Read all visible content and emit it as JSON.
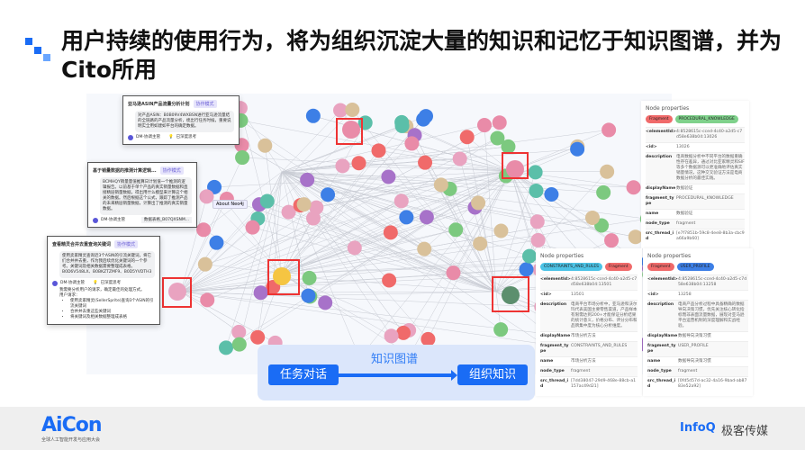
{
  "title": "用户持续的使用行为，将为组织沉淀大量的知识和记忆于知识图谱，并为Cito所用",
  "colors": {
    "accent": "#1a6cf5",
    "highlight": "#e33333"
  },
  "cards": [
    {
      "title": "亚马逊ASIN产品流量分析计划",
      "mode": "协作模式",
      "message": "对产品ASIN：B0B09V4WXBSN进行亚马逊流量结的全链路的产品流量分析，梳出行任务时候，重要说明实全用如建如平台的确定数据。",
      "agent": "DM-协调主管",
      "thinking": "已深度思考"
    },
    {
      "title": "基于销量数据的推测计算逻辑...",
      "mode": "协作模式",
      "message": "BCMHQY销量量值推算日计划值一个推测的逻辑报告。以前基于单个产品的真实销量数据和直接精层销量数据，得出用什么模型来计算这个相关的数据。然后根据这个公式，跟踪了推测产品的未来精层销量数据，计算出了推测的真实销量数据。",
      "file": "数据表格_B07QXSNM...",
      "agent": "DM-协调主管"
    },
    {
      "title": "查看精灵合并去重查询关键词",
      "mode": "协作模式",
      "message": "使用卖家精灵查询近3个ASIN的引流关键词，将它们合并并去重，作为我后续优化关键词的一个参考。关键词及相关数据需要整理成表格。B0D6V548LX、B0BKZTZMF9、B0D5YVDTH3",
      "agent": "DM-协调主管",
      "thinking": "已深度思考",
      "analysis": "我需要分析用户的请求，确定最佳的处理方式。",
      "req_label": "用户请求：",
      "reqs": [
        "使用卖家精灵(SellerSprite)查询3个ASIN的引流关键词",
        "合并并去重这些关键词",
        "将关键词及相关数据整理成表格"
      ]
    }
  ],
  "graph_hint": "About Neo4j",
  "panels": [
    {
      "header": "Node properties",
      "tags": [
        {
          "label": "Fragment",
          "color": "#f06a6a"
        },
        {
          "label": "PROCEDURAL_KNOWLEDGE",
          "color": "#7fd18b"
        }
      ],
      "rows": [
        [
          "<elementId>",
          "4:8528615c-cced-4c40-a2d5-c7d58e638b04:13026"
        ],
        [
          "<id>",
          "13026"
        ],
        [
          "description",
          "电商数据分析中不同平台的数据重确性存在差异，通过对比亚家精灵和SIF等多个数据源可以更准确地评估真实销量情况，这种交叉验证方法是电商数据分析的最佳实践。"
        ],
        [
          "displayName",
          "数据验证"
        ],
        [
          "fragment_type",
          "PROCEDURAL_KNOWLEDGE"
        ],
        [
          "name",
          "数据验证"
        ],
        [
          "node_type",
          "fragment"
        ],
        [
          "src_thread_id",
          "[e7f7851b-59c8-4ee8-8b3a-cbc9a66a9b60]"
        ]
      ]
    },
    {
      "header": "Node properties",
      "tags": [
        {
          "label": "CONSTRAINTS_AND_RULES",
          "color": "#4cc3e6"
        },
        {
          "label": "Fragment",
          "color": "#f06a6a"
        }
      ],
      "rows": [
        [
          "<elementId>",
          "4:8528615c-cced-4c40-a2d5-c7d58e638b04:13501"
        ],
        [
          "<id>",
          "13501"
        ],
        [
          "description",
          "电商平台市场分析中，亚马逊和沃尔玛代表美国主要零售渠道，产品样本有限需达到200+才能保证分析结果的统计意义，价格分布、评分分布和品牌集中度为核心分析维度。"
        ],
        [
          "displayName",
          "市场分析方法"
        ],
        [
          "fragment_type",
          "CONSTRAINTS_AND_RULES"
        ],
        [
          "name",
          "市场分析方法"
        ],
        [
          "node_type",
          "fragment"
        ],
        [
          "src_thread_id",
          "[7dd38047-29d9-468e-88cb-a1157ac49d21]"
        ]
      ]
    },
    {
      "header": "Node properties",
      "tags": [
        {
          "label": "Fragment",
          "color": "#f06a6a"
        },
        {
          "label": "USER_PROFILE",
          "color": "#3d7fe6"
        }
      ],
      "rows": [
        [
          "<elementId>",
          "4:8528615c-cced-4c40-a2d5-c7d58e638b04:13258"
        ],
        [
          "<id>",
          "13258"
        ],
        [
          "description",
          "电商产品分析过程中具备精确的数据导向决策习惯，优先关注核心转化指标而非表面流量数据，展现对亚马逊平台运营机制的深度理解和实战经验。"
        ],
        [
          "displayName",
          "数据导向决策习惯"
        ],
        [
          "fragment_type",
          "USER_PROFILE"
        ],
        [
          "name",
          "数据导向决策习惯"
        ],
        [
          "node_type",
          "fragment"
        ],
        [
          "src_thread_id",
          "[0fd5d57d-ac32-4a16-9bad-ab8783e52a92]"
        ]
      ]
    }
  ],
  "flow": {
    "from": "任务对话",
    "label": "知识图谱",
    "to": "组织知识"
  },
  "footer": {
    "aicon": "AiCon",
    "aicon_sub": "全球人工智能开发与应用大会",
    "infoq": "InfoQ",
    "geek": "极客传媒"
  }
}
